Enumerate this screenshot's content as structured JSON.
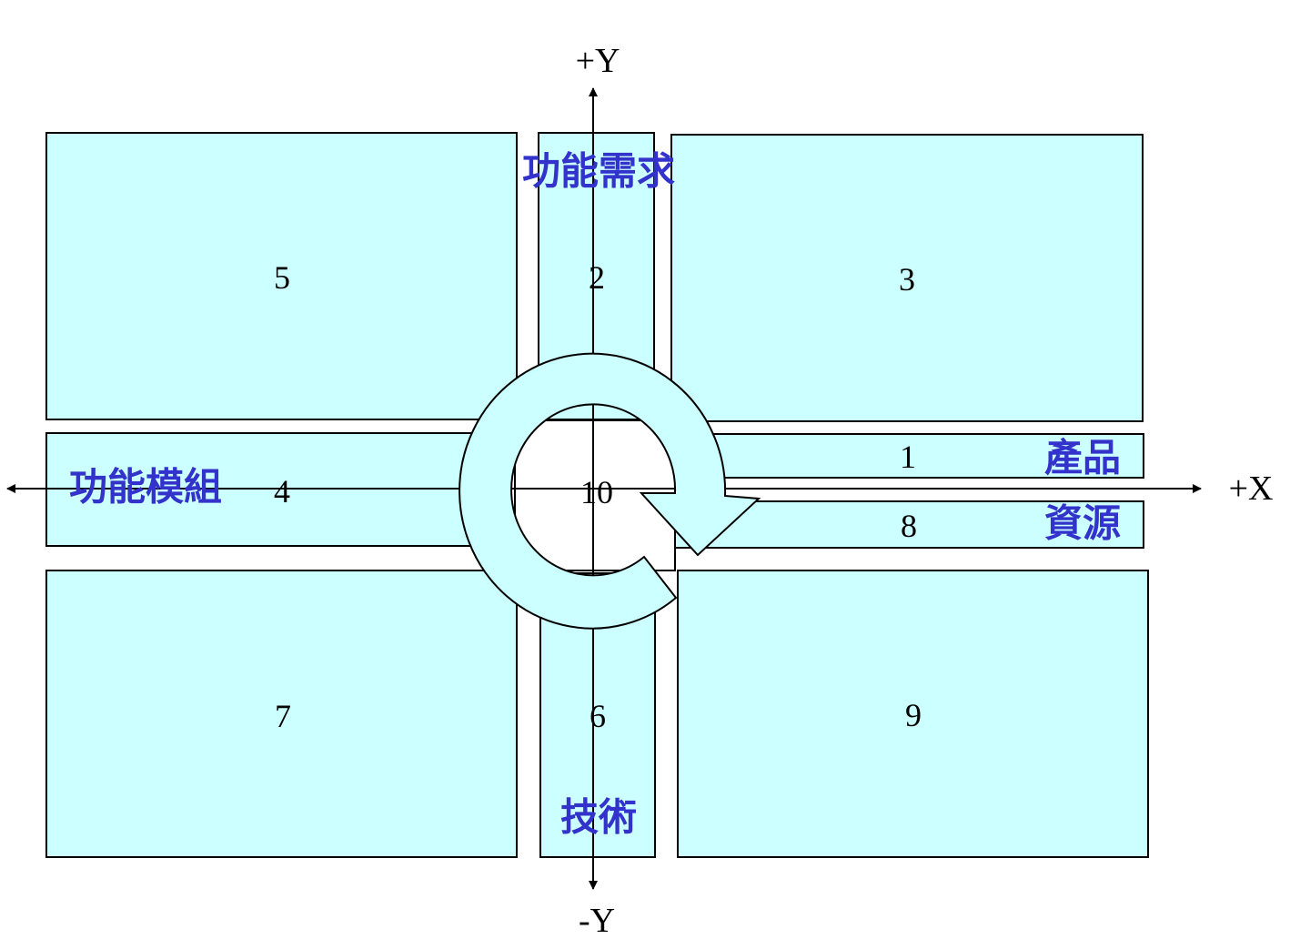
{
  "colors": {
    "box_fill": "#ccffff",
    "label_color": "#3333cc",
    "line": "#000000"
  },
  "axes": {
    "plus_y": "+Y",
    "minus_y": "-Y",
    "plus_x": "+X"
  },
  "labels": {
    "functional_requirements": "功能需求",
    "functional_modules": "功能模組",
    "product": "產品",
    "resources": "資源",
    "technology": "技術"
  },
  "cells": {
    "c1": "1",
    "c2": "2",
    "c3": "3",
    "c4": "4",
    "c5": "5",
    "c6": "6",
    "c7": "7",
    "c8": "8",
    "c9": "9",
    "c10": "10"
  },
  "icons": {
    "cycle": "clockwise-circular-arrow-icon"
  }
}
